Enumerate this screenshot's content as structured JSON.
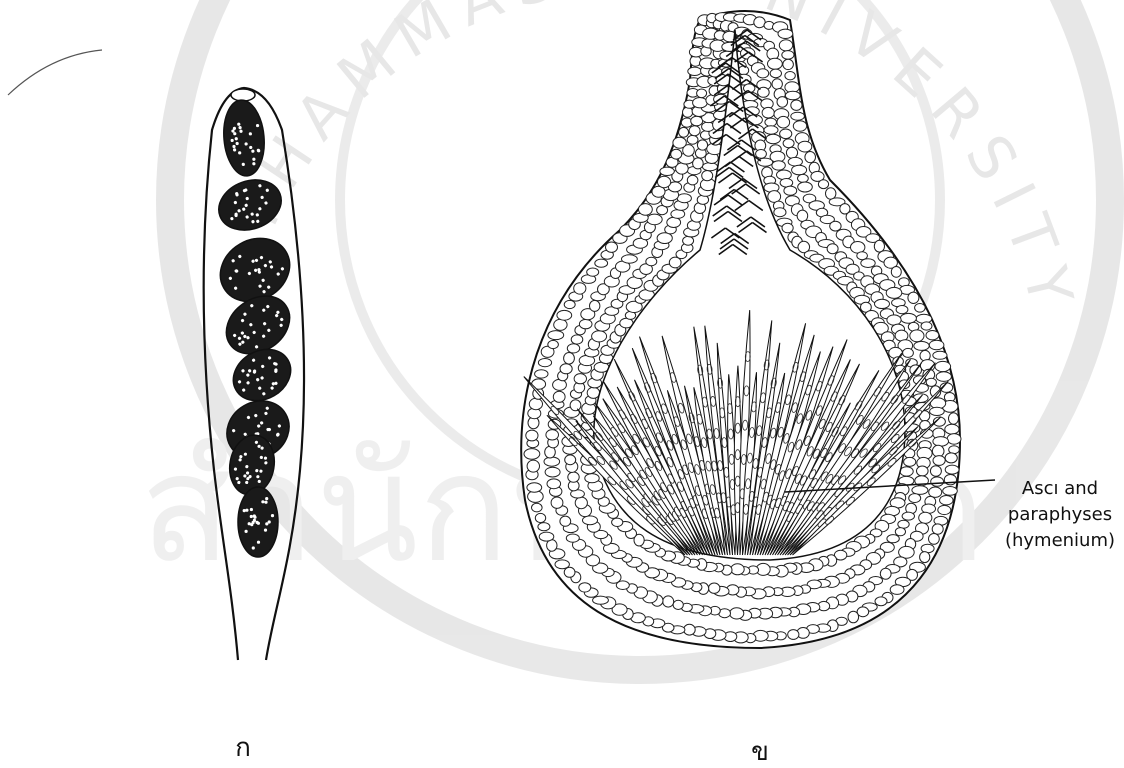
{
  "watermark": {
    "text": "THAMMASAT UNIVERSITY",
    "thai_text": "สำนักหอสมุด",
    "color": "#cfcfcf"
  },
  "panel_a": {
    "caption": "ก",
    "spore_count": 8
  },
  "panel_b": {
    "caption": "ข",
    "annotation": {
      "line1": "Ascı and",
      "line2": "paraphyses",
      "line3": "(hymenium)"
    }
  },
  "colors": {
    "ink": "#111111",
    "paper": "#ffffff"
  }
}
